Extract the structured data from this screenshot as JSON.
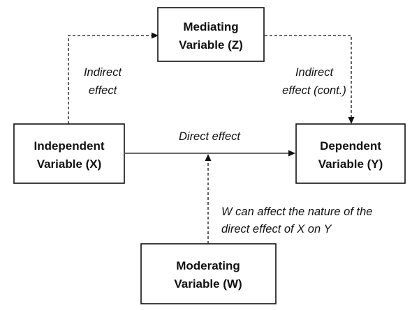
{
  "nodes": {
    "mediating": {
      "line1": "Mediating",
      "line2": "Variable (Z)"
    },
    "independent": {
      "line1": "Independent",
      "line2": "Variable (X)"
    },
    "dependent": {
      "line1": "Dependent",
      "line2": "Variable (Y)"
    },
    "moderating": {
      "line1": "Moderating",
      "line2": "Variable (W)"
    }
  },
  "edges": {
    "indirect_left": {
      "line1": "Indirect",
      "line2": "effect"
    },
    "indirect_right": {
      "line1": "Indirect",
      "line2": "effect (cont.)"
    },
    "direct": {
      "label": "Direct effect"
    },
    "moderation": {
      "line1": "W can affect the nature of the",
      "line2": "direct effect of X on Y"
    }
  }
}
